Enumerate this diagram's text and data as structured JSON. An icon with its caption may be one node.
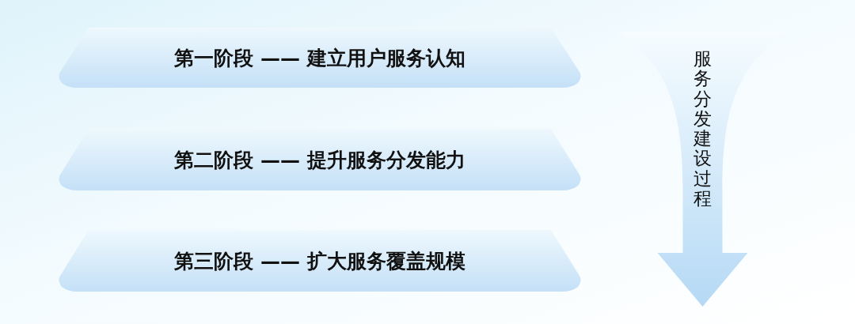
{
  "diagram": {
    "nodes": [
      {
        "text": [
          "第一阶段 —— 建立用户服务认知"
        ]
      },
      {
        "text": [
          "第二阶段 —— 提升服务分发能力"
        ]
      },
      {
        "text": [
          "第三阶段 —— 扩大服务覆盖规模"
        ]
      },
      {
        "text": [
          "服务分发建设过程"
        ]
      }
    ]
  }
}
